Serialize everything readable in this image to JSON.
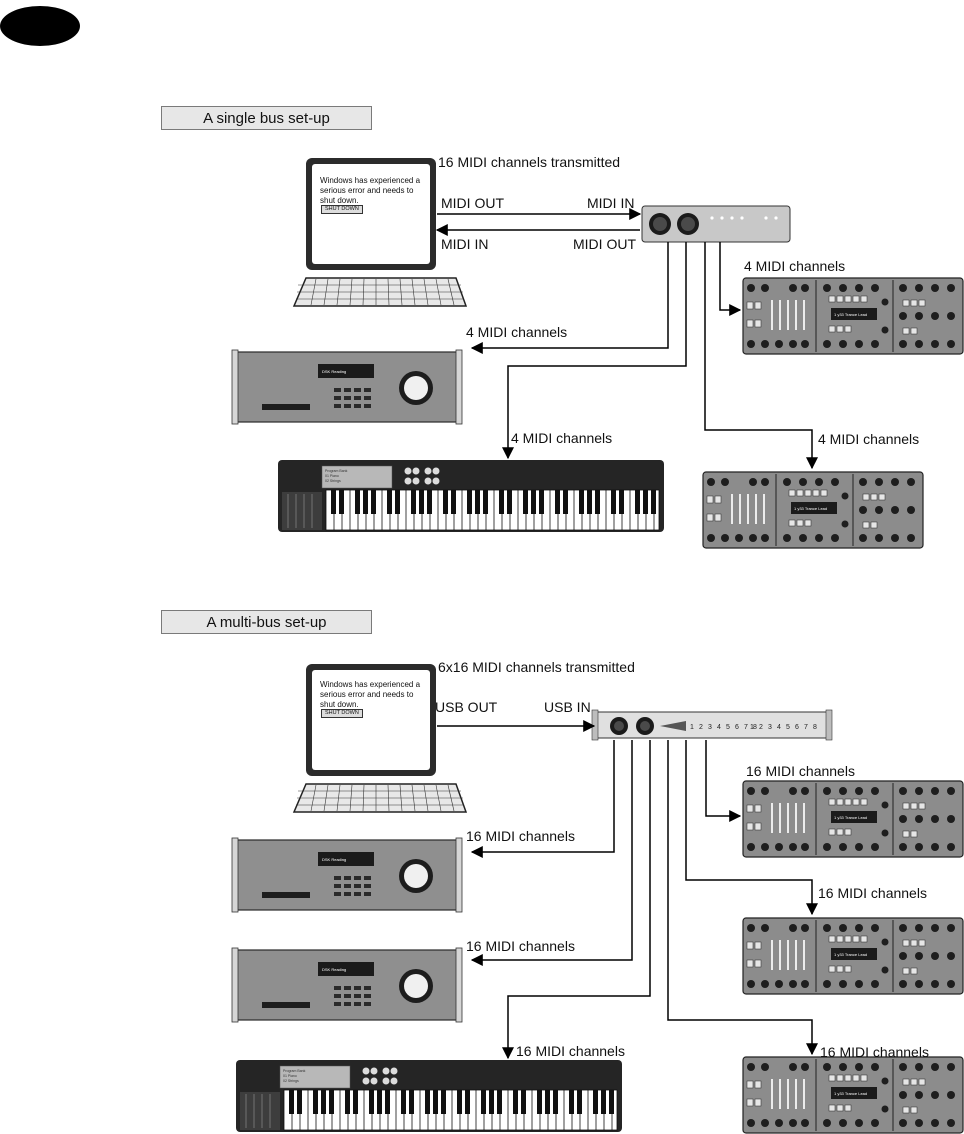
{
  "single_bus": {
    "title": "A single bus set-up",
    "transmitted": "16 MIDI channels transmitted",
    "computer": {
      "message": "Windows has experienced a serious error and needs to shut down.",
      "button": "SHUT DOWN"
    },
    "midi_out_left": "MIDI OUT",
    "midi_in_right": "MIDI IN",
    "midi_in_left": "MIDI IN",
    "midi_out_right": "MIDI OUT",
    "rack_channels": "4 MIDI channels",
    "keyboard_channels": "4 MIDI channels",
    "synth_top_channels": "4 MIDI channels",
    "synth_bottom_channels": "4 MIDI channels"
  },
  "multi_bus": {
    "title": "A multi-bus set-up",
    "transmitted": "6x16 MIDI channels transmitted",
    "computer": {
      "message": "Windows has experienced a serious error and needs to shut down.",
      "button": "SHUT DOWN"
    },
    "usb_out": "USB OUT",
    "usb_in": "USB IN",
    "rack1_channels": "16 MIDI channels",
    "rack2_channels": "16 MIDI channels",
    "keyboard_channels": "16 MIDI channels",
    "synth1_channels": "16 MIDI channels",
    "synth2_channels": "16 MIDI channels",
    "synth3_channels": "16 MIDI channels",
    "interface_ports": [
      "1",
      "2",
      "3",
      "4",
      "5",
      "6",
      "7",
      "8"
    ]
  },
  "colors": {
    "device_fill": "#8f8f8f",
    "device_dark": "#3a3a3a",
    "line": "#000000",
    "title_fill": "#e7e7e7"
  }
}
